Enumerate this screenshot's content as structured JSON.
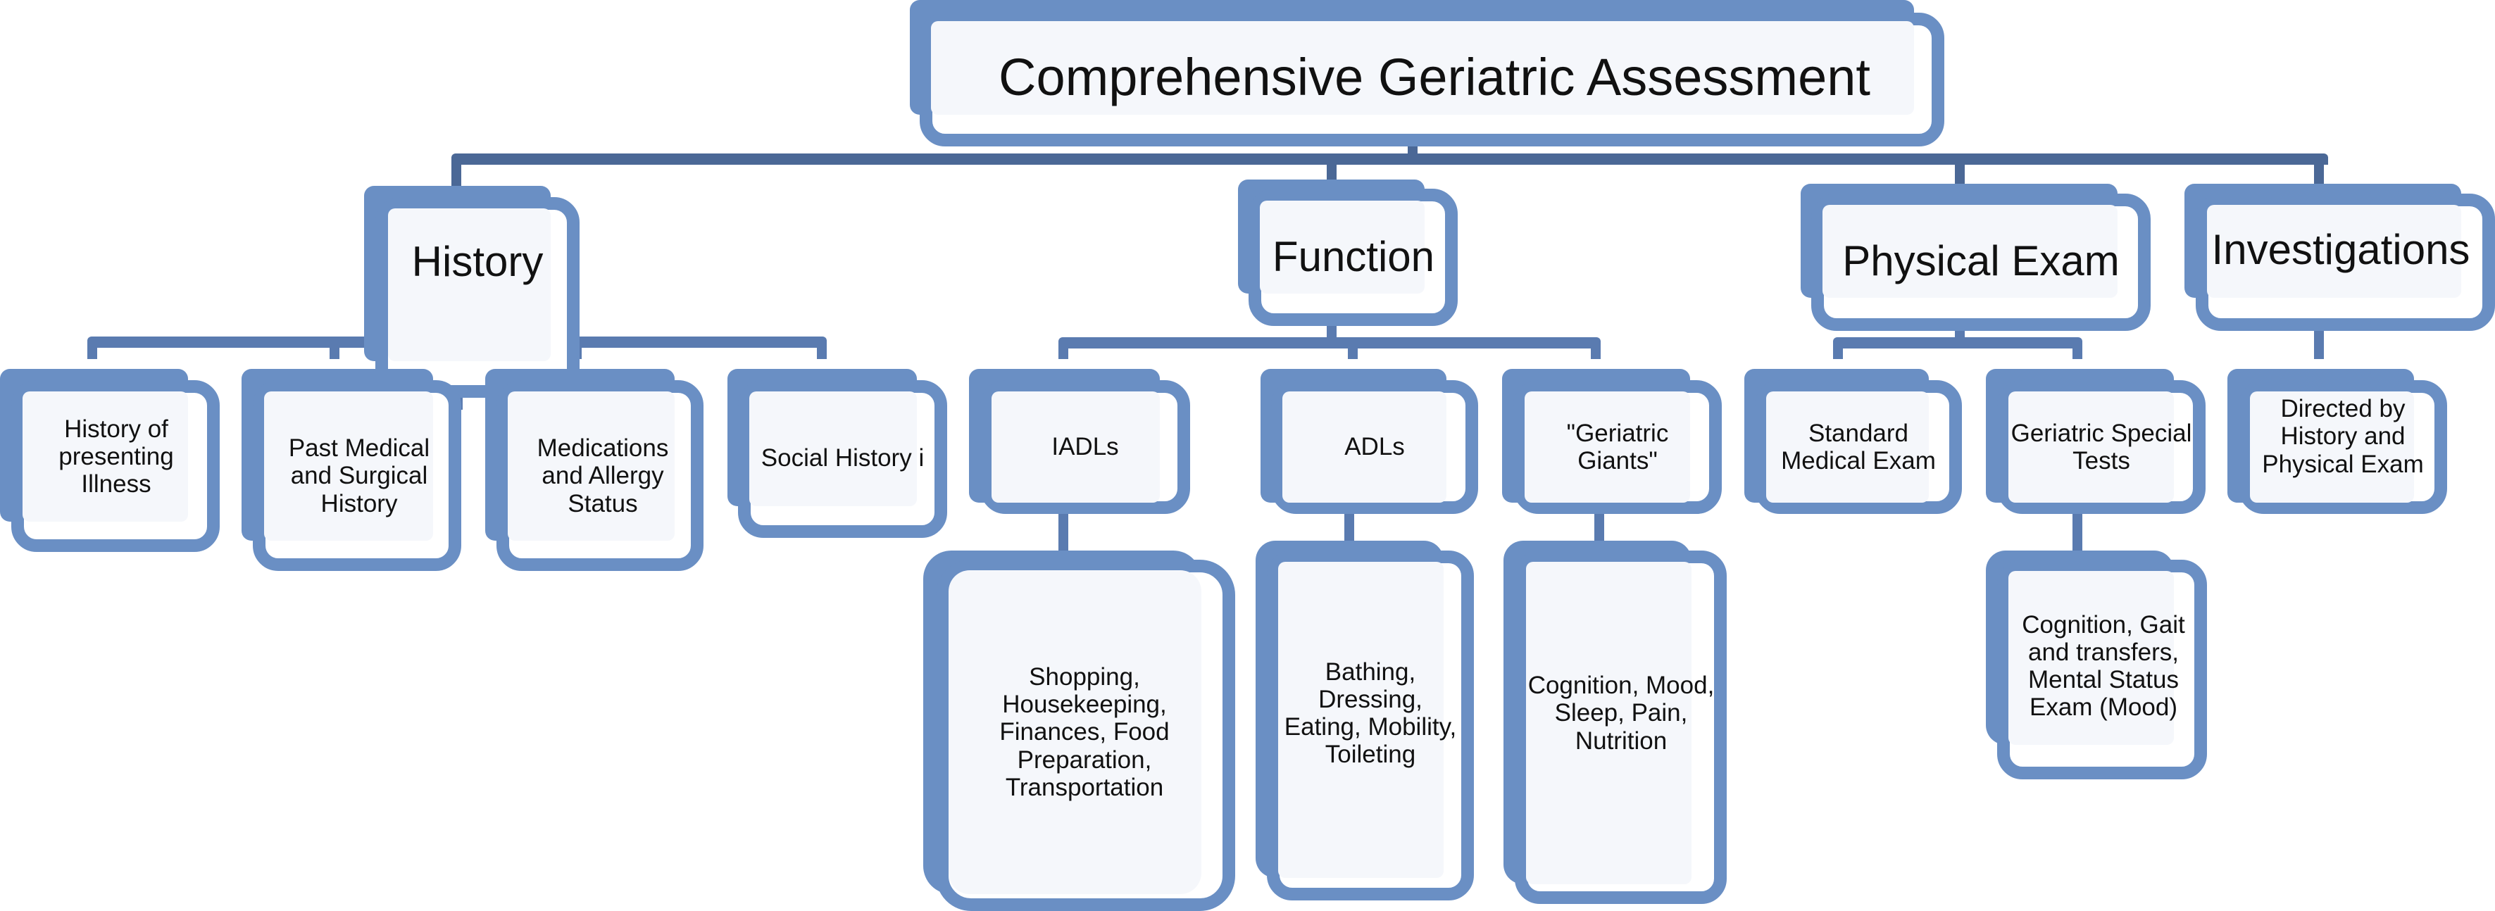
{
  "diagram": {
    "type": "org-chart",
    "root": {
      "label": "Comprehensive Geriatric Assessment"
    },
    "categories": [
      {
        "id": "history",
        "label": "History",
        "children": [
          {
            "id": "hpi",
            "label": "History of presenting Illness"
          },
          {
            "id": "pmsh",
            "label": "Past Medical and Surgical History"
          },
          {
            "id": "meds",
            "label": "Medications and Allergy Status"
          },
          {
            "id": "social",
            "label": "Social History i"
          }
        ]
      },
      {
        "id": "function",
        "label": "Function",
        "children": [
          {
            "id": "iadls",
            "label": "IADLs",
            "detail": "Shopping, Housekeeping, Finances, Food Preparation, Transportation"
          },
          {
            "id": "adls",
            "label": "ADLs",
            "detail": "Bathing, Dressing, Eating, Mobility, Toileting"
          },
          {
            "id": "giants",
            "label": "\"Geriatric Giants\"",
            "detail": "Cognition, Mood, Sleep, Pain, Nutrition"
          }
        ]
      },
      {
        "id": "physical",
        "label": "Physical Exam",
        "children": [
          {
            "id": "standard",
            "label": "Standard Medical Exam"
          },
          {
            "id": "special",
            "label": "Geriatric Special Tests",
            "detail": "Cognition, Gait and transfers, Mental Status Exam (Mood)"
          }
        ]
      },
      {
        "id": "investigations",
        "label": "Investigations",
        "children": [
          {
            "id": "directed",
            "label": "Directed by History and Physical Exam"
          }
        ]
      }
    ]
  },
  "colors": {
    "box": "#6a8fc4",
    "connector": "#5a7bb0",
    "main_connector": "#4b6896",
    "fill": "#f5f7fb"
  }
}
